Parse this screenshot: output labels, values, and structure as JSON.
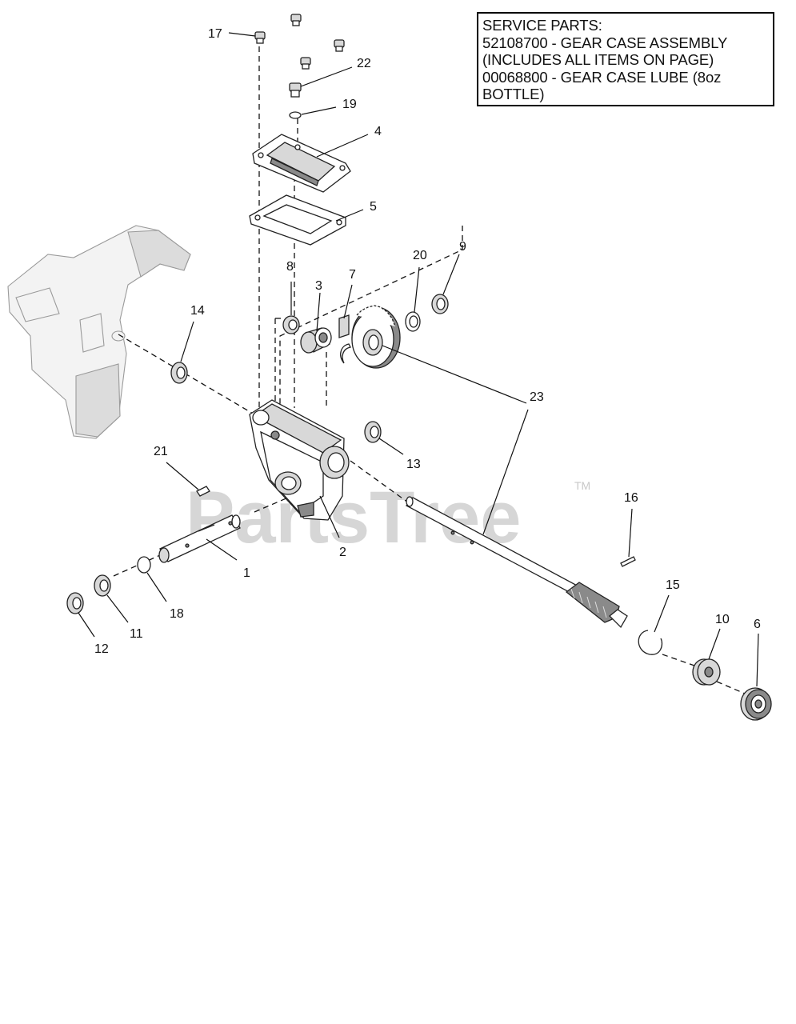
{
  "service_box": {
    "lines": [
      "SERVICE PARTS:",
      "52108700 - GEAR CASE ASSEMBLY",
      "(INCLUDES ALL ITEMS ON PAGE)",
      "00068800 - GEAR CASE LUBE (8oz",
      "BOTTLE)"
    ]
  },
  "watermark": {
    "text": "PartsTree",
    "tm": "TM"
  },
  "callouts": {
    "c1": "1",
    "c2": "2",
    "c3": "3",
    "c4": "4",
    "c5": "5",
    "c6": "6",
    "c7": "7",
    "c8": "8",
    "c9": "9",
    "c10": "10",
    "c11": "11",
    "c12": "12",
    "c13": "13",
    "c14": "14",
    "c15": "15",
    "c16": "16",
    "c17": "17",
    "c18": "18",
    "c19": "19",
    "c20": "20",
    "c21": "21",
    "c22": "22",
    "c23": "23"
  }
}
